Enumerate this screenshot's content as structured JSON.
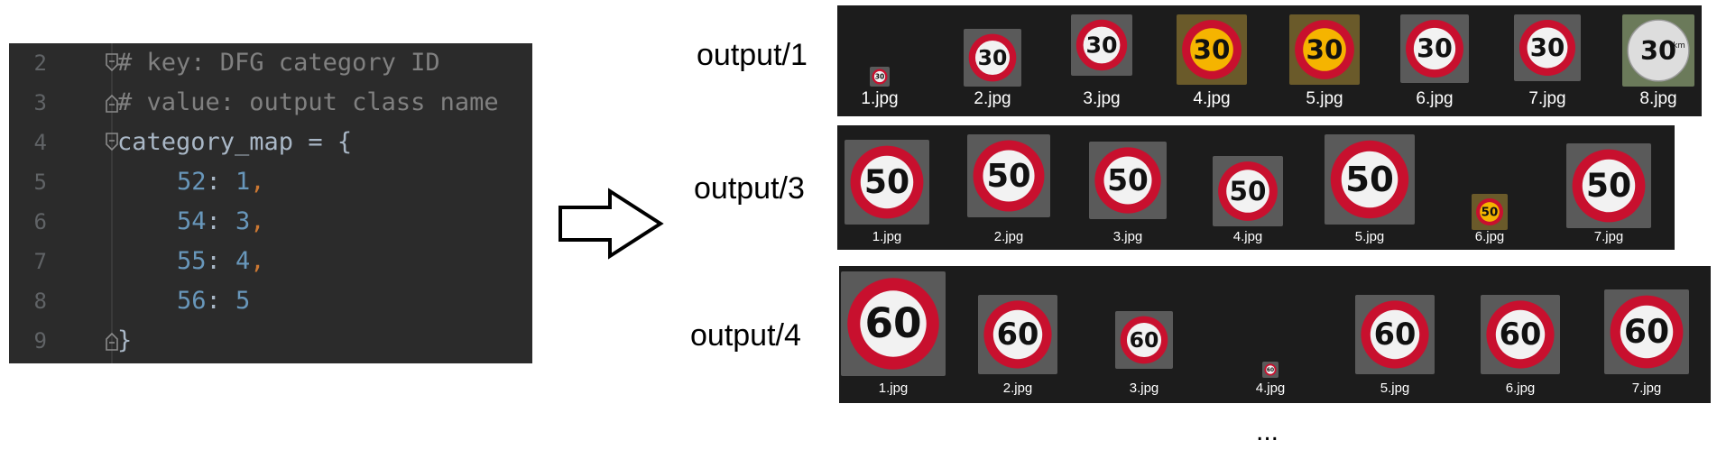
{
  "code": {
    "lines": [
      {
        "num": "2",
        "comment": "# key: DFG category ID"
      },
      {
        "num": "3",
        "comment": "# value: output class name"
      },
      {
        "num": "4",
        "name": "category_map",
        "assign": " = ",
        "brace": "{"
      },
      {
        "num": "5",
        "key": "52",
        "colon": ": ",
        "value": "1",
        "comma": ","
      },
      {
        "num": "6",
        "key": "54",
        "colon": ": ",
        "value": "3",
        "comma": ","
      },
      {
        "num": "7",
        "key": "55",
        "colon": ": ",
        "value": "4",
        "comma": ","
      },
      {
        "num": "8",
        "key": "56",
        "colon": ": ",
        "value": "5",
        "comma": ""
      },
      {
        "num": "9",
        "brace": "}"
      }
    ]
  },
  "folders": [
    {
      "label": "output/1",
      "files": [
        {
          "name": "1.jpg",
          "sign": "30",
          "style": "tiny"
        },
        {
          "name": "2.jpg",
          "sign": "30",
          "style": "white"
        },
        {
          "name": "3.jpg",
          "sign": "30",
          "style": "white"
        },
        {
          "name": "4.jpg",
          "sign": "30",
          "style": "yellow"
        },
        {
          "name": "5.jpg",
          "sign": "30",
          "style": "yellow"
        },
        {
          "name": "6.jpg",
          "sign": "30",
          "style": "white"
        },
        {
          "name": "7.jpg",
          "sign": "30",
          "style": "white"
        },
        {
          "name": "8.jpg",
          "sign": "30",
          "style": "end",
          "small": "km"
        }
      ]
    },
    {
      "label": "output/3",
      "files": [
        {
          "name": "1.jpg",
          "sign": "50",
          "style": "white"
        },
        {
          "name": "2.jpg",
          "sign": "50",
          "style": "white"
        },
        {
          "name": "3.jpg",
          "sign": "50",
          "style": "white"
        },
        {
          "name": "4.jpg",
          "sign": "50",
          "style": "white"
        },
        {
          "name": "5.jpg",
          "sign": "50",
          "style": "white"
        },
        {
          "name": "6.jpg",
          "sign": "50",
          "style": "yellow"
        },
        {
          "name": "7.jpg",
          "sign": "50",
          "style": "white"
        }
      ]
    },
    {
      "label": "output/4",
      "files": [
        {
          "name": "1.jpg",
          "sign": "60",
          "style": "white"
        },
        {
          "name": "2.jpg",
          "sign": "60",
          "style": "white"
        },
        {
          "name": "3.jpg",
          "sign": "60",
          "style": "white"
        },
        {
          "name": "4.jpg",
          "sign": "60",
          "style": "tiny"
        },
        {
          "name": "5.jpg",
          "sign": "60",
          "style": "white"
        },
        {
          "name": "6.jpg",
          "sign": "60",
          "style": "white"
        },
        {
          "name": "7.jpg",
          "sign": "60",
          "style": "white"
        }
      ]
    }
  ],
  "more": "...",
  "colors": {
    "sign_red": "#c8102e",
    "sign_white": "#f2f2f2",
    "sign_yellow": "#f5b400",
    "sign_text": "#111111",
    "end_grey": "#dddddd"
  }
}
